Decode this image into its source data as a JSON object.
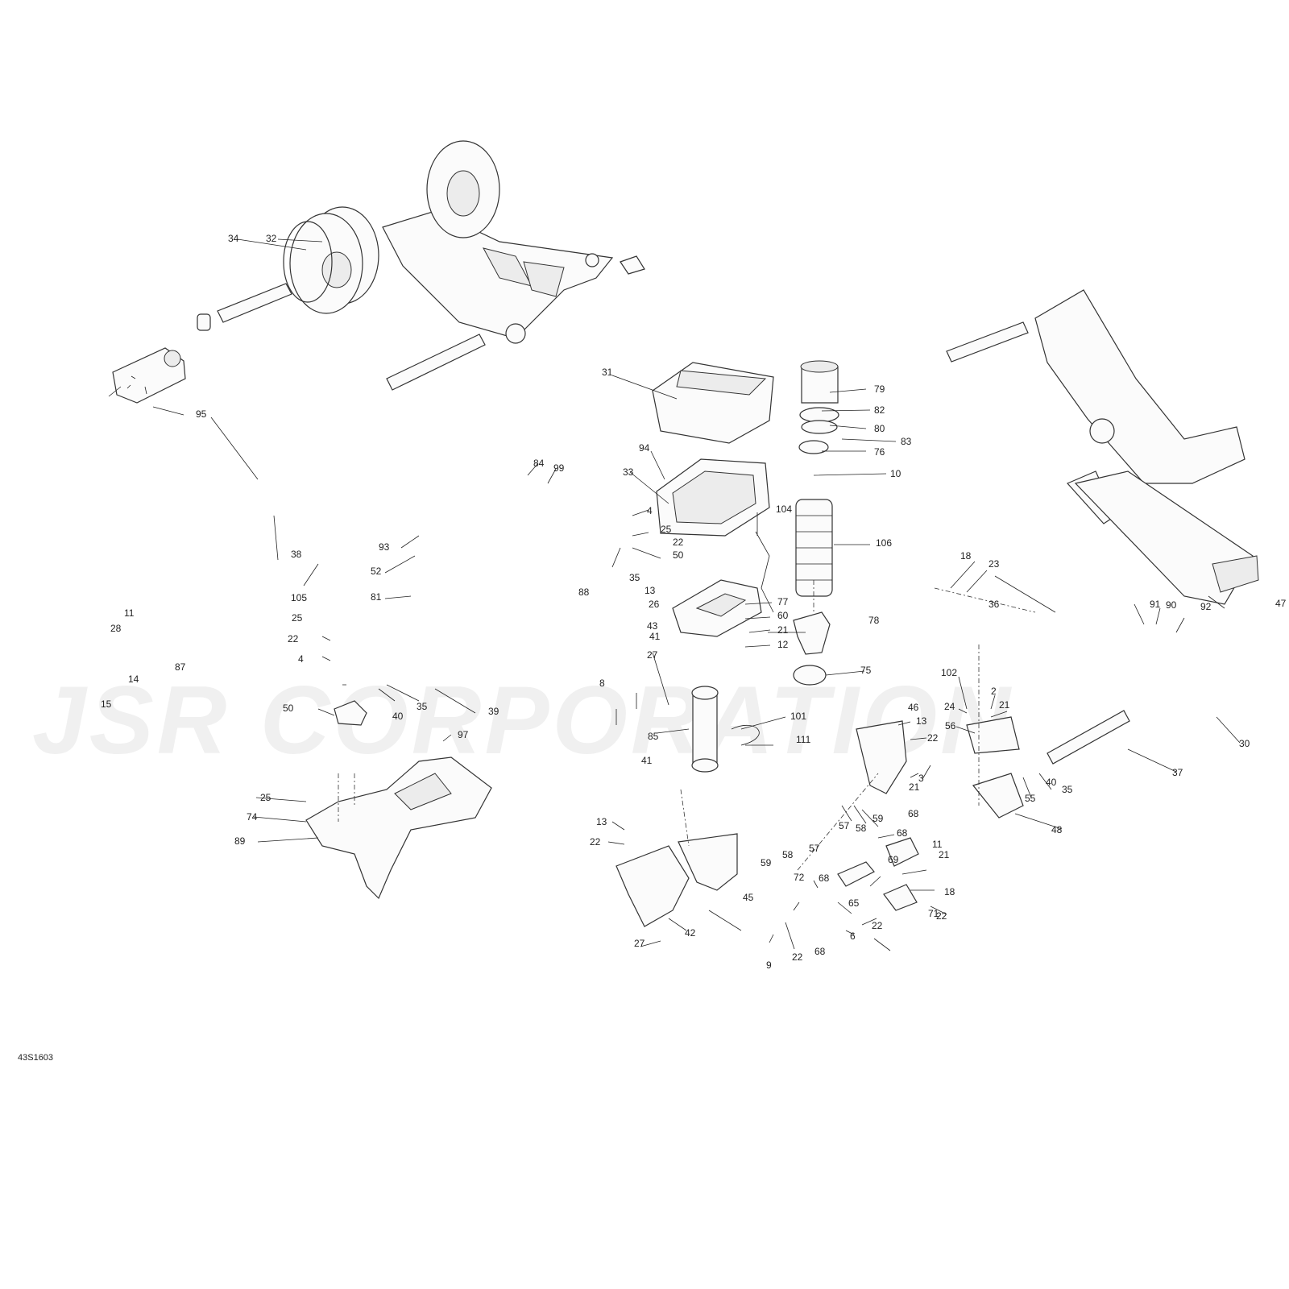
{
  "watermark": "JSR CORPORATION",
  "reference": "43S1603",
  "callouts": [
    "31",
    "79",
    "82",
    "80",
    "83",
    "76",
    "10",
    "94",
    "33",
    "84",
    "99",
    "32",
    "34",
    "95",
    "4",
    "25",
    "22",
    "50",
    "35",
    "104",
    "106",
    "93",
    "52",
    "81",
    "88",
    "105",
    "38",
    "13",
    "26",
    "78",
    "43",
    "77",
    "60",
    "21",
    "12",
    "11",
    "28",
    "87",
    "14",
    "15",
    "25",
    "22",
    "4",
    "50",
    "40",
    "35",
    "39",
    "41",
    "27",
    "8",
    "85",
    "101",
    "111",
    "75",
    "18",
    "23",
    "36",
    "91",
    "90",
    "92",
    "47",
    "102",
    "2",
    "21",
    "24",
    "56",
    "13",
    "22",
    "46",
    "3",
    "21",
    "30",
    "37",
    "40",
    "55",
    "35",
    "48",
    "97",
    "25",
    "74",
    "89",
    "41",
    "13",
    "22",
    "45",
    "42",
    "27",
    "57",
    "58",
    "59",
    "57",
    "58",
    "59",
    "68",
    "68",
    "69",
    "11",
    "21",
    "18",
    "22",
    "71",
    "68",
    "72",
    "65",
    "22",
    "6",
    "9",
    "22",
    "68"
  ]
}
